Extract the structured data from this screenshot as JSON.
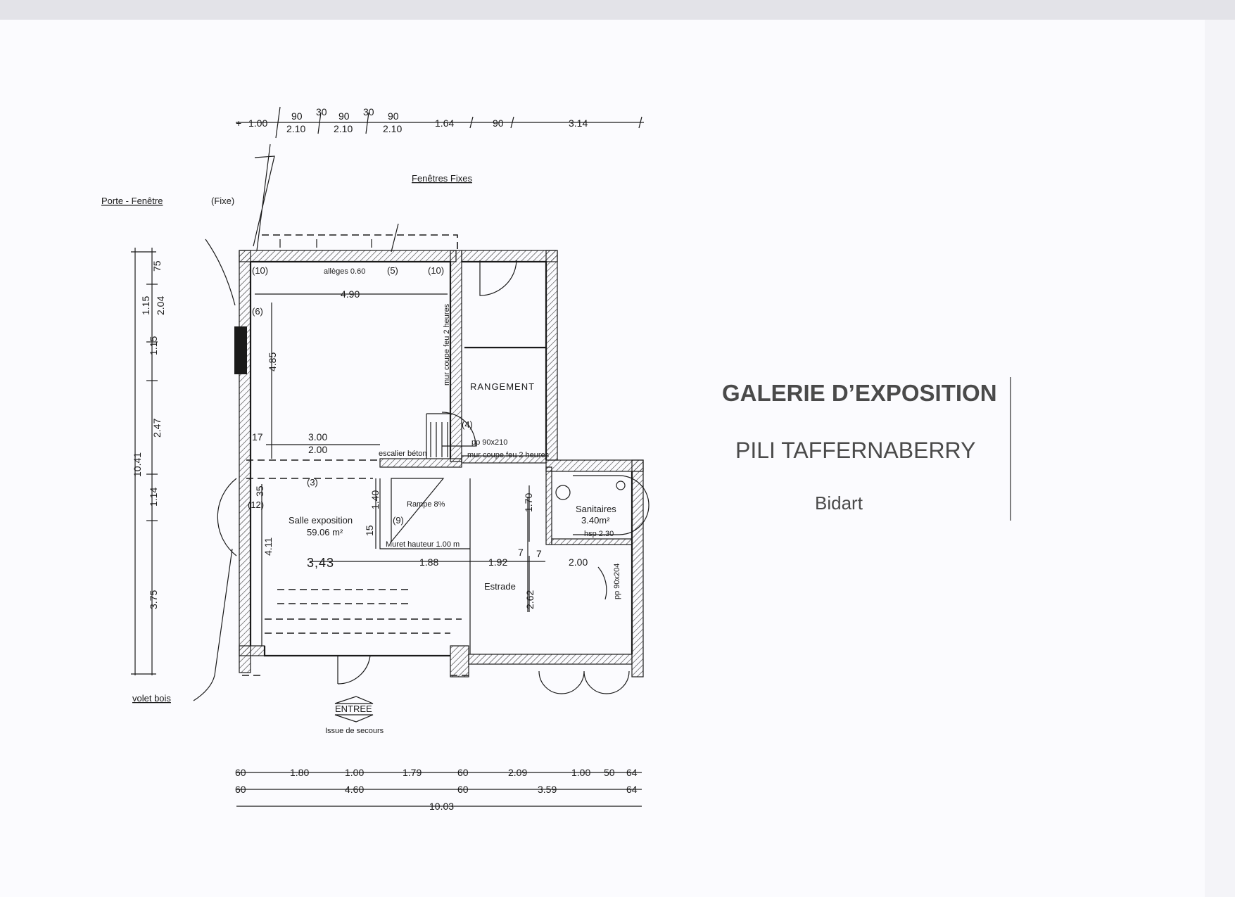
{
  "title_block": {
    "title": "GALERIE D’EXPOSITION",
    "artist": "PILI TAFFERNABERRY",
    "town": "Bidart"
  },
  "labels": {
    "porte_fenetre": "Porte - Fenêtre",
    "fixe": "(Fixe)",
    "fenetres_fixes": "Fenêtres Fixes",
    "volet_bois": "volet bois",
    "entree": "ENTREE",
    "issue_secours": "Issue de secours",
    "rangement": "RANGEMENT",
    "salle_exposition": "Salle exposition",
    "salle_area": "59.06 m²",
    "rampe": "Rampe 8%",
    "muret": "Muret hauteur 1.00 m",
    "estrade": "Estrade",
    "sanitaires": "Sanitaires",
    "sanitaires_area": "3.40m²",
    "hsp": "hsp 2.30",
    "escalier": "escalier béton",
    "mur_coupe_feu_v": "mur coupe feu 2 heures",
    "mur_coupe_feu_h": "mur coupe feu 2 heures",
    "pp_90x210": "pp 90x210",
    "pp_90x204": "pp 90x204",
    "alleges": "allèges 0.60"
  },
  "callouts": {
    "c10a": "(10)",
    "c5": "(5)",
    "c10b": "(10)",
    "c6": "(6)",
    "c4": "(4)",
    "c3": "(3)",
    "c12": "(12)",
    "c9": "(9)"
  },
  "top_dims": {
    "d100": "1.00",
    "d90a": "90",
    "d30a": "30",
    "d90b": "90",
    "d30b": "30",
    "d90c": "90",
    "d210a": "2.10",
    "d210b": "2.10",
    "d210c": "2.10",
    "d164": "1.64",
    "d90d": "90",
    "d314": "3.14"
  },
  "left_dims": {
    "d75": "75",
    "d115a": "1.15",
    "d204": "2.04",
    "d115b": "1.15",
    "d247": "2.47",
    "d1041": "10.41",
    "d114": "1.14",
    "d375": "3.75"
  },
  "inner_dims": {
    "d490": "4.90",
    "d485": "4.85",
    "d17": "17",
    "d300": "3.00",
    "d200a": "2.00",
    "d35": "35",
    "d140": "1.40",
    "d15": "15",
    "d411": "4.11",
    "d343": "3,43",
    "d188": "1.88",
    "d192": "1.92",
    "d170": "1.70",
    "d7a": "7",
    "d7b": "7",
    "d200b": "2.00",
    "d262": "2.62"
  },
  "bottom_dims": {
    "r1": [
      "60",
      "1.80",
      "1.00",
      "1.79",
      "60",
      "2.09",
      "1.00",
      "50",
      "64"
    ],
    "r2": [
      "60",
      "4.60",
      "60",
      "3.59",
      "64"
    ],
    "total": "10.03"
  }
}
